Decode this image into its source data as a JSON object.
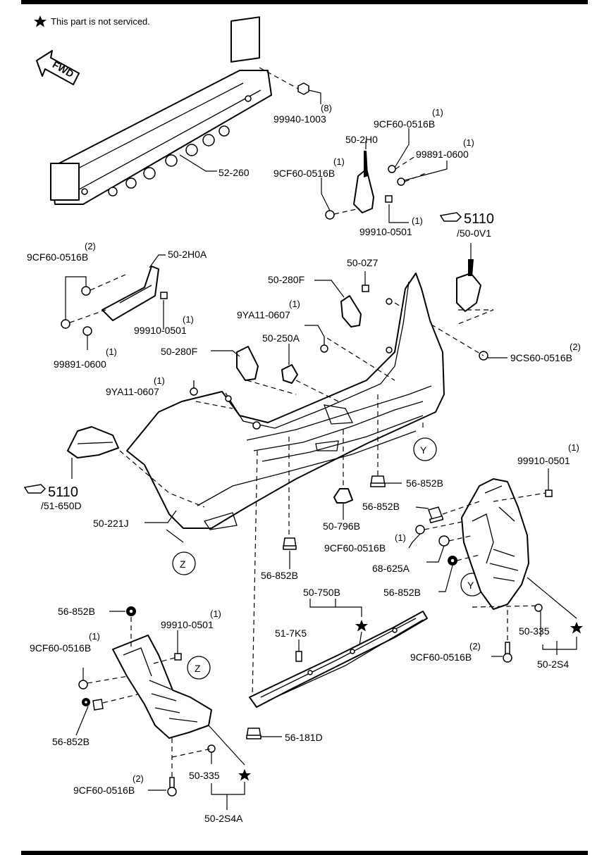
{
  "note": "This part is not serviced.",
  "arrow_label": "FWD",
  "zones": {
    "Y": "Y",
    "Z": "Z"
  },
  "labels": {
    "p52_260": "52-260",
    "p99940_1003": "99940-1003",
    "q99940_1003": "(8)",
    "p50_2H0": "50-2H0",
    "p9CF60_top": "9CF60-0516B",
    "q9CF60_top": "(1)",
    "p99891_top": "99891-0600",
    "q99891_top": "(1)",
    "p9CF60_mid": "9CF60-0516B",
    "q9CF60_mid": "(1)",
    "p99910_top": "99910-0501",
    "q99910_top": "(1)",
    "ref5110_right": "5110",
    "ref5110_right_sub": "/50-0V1",
    "p9CF60_left": "9CF60-0516B",
    "q9CF60_left": "(2)",
    "p50_2H0A": "50-2H0A",
    "p99910_left": "99910-0501",
    "q99910_left": "(1)",
    "p99891_left": "99891-0600",
    "q99891_left": "(1)",
    "p50_280F_a": "50-280F",
    "p50_0Z7": "50-0Z7",
    "p9YA11_a": "9YA11-0607",
    "q9YA11_a": "(1)",
    "p50_250A": "50-250A",
    "p50_280F_b": "50-280F",
    "p9YA11_b": "9YA11-0607",
    "q9YA11_b": "(1)",
    "p9CS60": "9CS60-0516B",
    "q9CS60": "(2)",
    "ref5110_left": "5110",
    "ref5110_left_sub": "/51-650D",
    "p50_221J": "50-221J",
    "p56_852B_a": "56-852B",
    "p99910_right": "99910-0501",
    "q99910_right": "(1)",
    "p56_852B_b": "56-852B",
    "p50_796B": "50-796B",
    "p9CF60_right": "9CF60-0516B",
    "q9CF60_right": "(1)",
    "p68_625A": "68-625A",
    "p56_852B_c": "56-852B",
    "p56_852B_d": "56-852B",
    "p50_750B": "50-750B",
    "p51_7K5": "51-7K5",
    "p50_335_right": "50-335",
    "p9CF60_rb": "9CF60-0516B",
    "q9CF60_rb": "(2)",
    "p50_2S4": "50-2S4",
    "p56_852B_e": "56-852B",
    "p9CF60_lm": "9CF60-0516B",
    "q9CF60_lm": "(1)",
    "p99910_lm": "99910-0501",
    "q99910_lm": "(1)",
    "p56_852B_f": "56-852B",
    "p56_181D": "56-181D",
    "p50_335_left": "50-335",
    "p9CF60_lb": "9CF60-0516B",
    "q9CF60_lb": "(2)",
    "p50_2S4A": "50-2S4A"
  }
}
